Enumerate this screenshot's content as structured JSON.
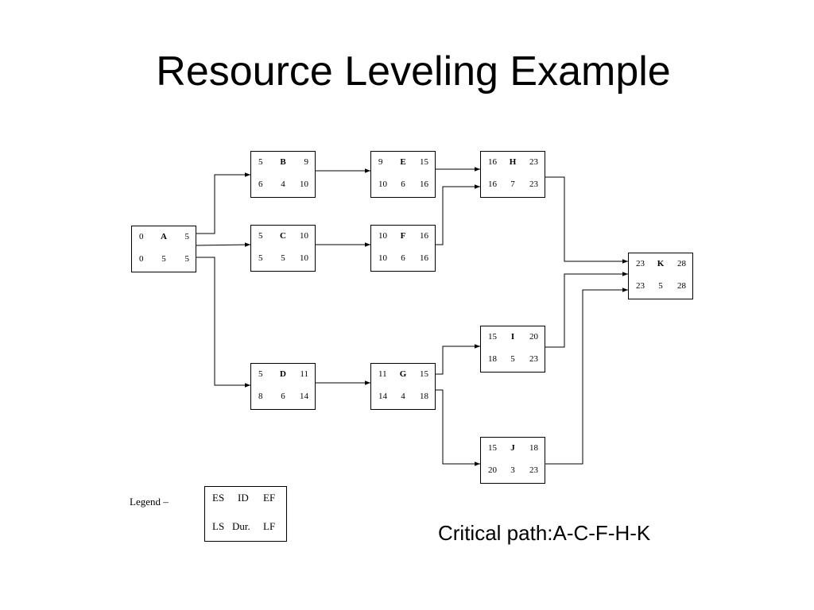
{
  "title": "Resource Leveling Example",
  "nodes": [
    {
      "id": "A",
      "es": "0",
      "ef": "5",
      "ls": "0",
      "dur": "5",
      "lf": "5"
    },
    {
      "id": "B",
      "es": "5",
      "ef": "9",
      "ls": "6",
      "dur": "4",
      "lf": "10"
    },
    {
      "id": "C",
      "es": "5",
      "ef": "10",
      "ls": "5",
      "dur": "5",
      "lf": "10"
    },
    {
      "id": "D",
      "es": "5",
      "ef": "11",
      "ls": "8",
      "dur": "6",
      "lf": "14"
    },
    {
      "id": "E",
      "es": "9",
      "ef": "15",
      "ls": "10",
      "dur": "6",
      "lf": "16"
    },
    {
      "id": "F",
      "es": "10",
      "ef": "16",
      "ls": "10",
      "dur": "6",
      "lf": "16"
    },
    {
      "id": "G",
      "es": "11",
      "ef": "15",
      "ls": "14",
      "dur": "4",
      "lf": "18"
    },
    {
      "id": "H",
      "es": "16",
      "ef": "23",
      "ls": "16",
      "dur": "7",
      "lf": "23"
    },
    {
      "id": "I",
      "es": "15",
      "ef": "20",
      "ls": "18",
      "dur": "5",
      "lf": "23"
    },
    {
      "id": "J",
      "es": "15",
      "ef": "18",
      "ls": "20",
      "dur": "3",
      "lf": "23"
    },
    {
      "id": "K",
      "es": "23",
      "ef": "28",
      "ls": "23",
      "dur": "5",
      "lf": "28"
    }
  ],
  "edges": [
    [
      "A",
      "B"
    ],
    [
      "A",
      "C"
    ],
    [
      "A",
      "D"
    ],
    [
      "B",
      "E"
    ],
    [
      "C",
      "F"
    ],
    [
      "D",
      "G"
    ],
    [
      "E",
      "H"
    ],
    [
      "F",
      "H"
    ],
    [
      "G",
      "I"
    ],
    [
      "G",
      "J"
    ],
    [
      "H",
      "K"
    ],
    [
      "I",
      "K"
    ],
    [
      "J",
      "K"
    ]
  ],
  "legend": {
    "label": "Legend –",
    "es": "ES",
    "id": "ID",
    "ef": "EF",
    "ls": "LS",
    "dur": "Dur.",
    "lf": "LF"
  },
  "critical_path": "Critical path:A-C-F-H-K"
}
